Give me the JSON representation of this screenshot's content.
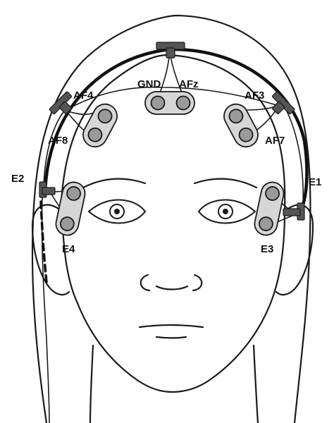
{
  "labels": {
    "gnd": "GND",
    "afz": "AFz",
    "af4": "AF4",
    "af3": "AF3",
    "af8": "AF8",
    "af7": "AF7",
    "e2": "E2",
    "e1": "E1",
    "e4": "E4",
    "e3": "E3"
  },
  "colors": {
    "outline": "#1a1a1a",
    "headband": "#111111",
    "pad_fill": "#d6d6d6",
    "electrode_fill": "#9a9a9a",
    "connector_fill": "#555555",
    "background": "#ffffff"
  },
  "icons": {
    "eye": "eye-icon",
    "connector": "t-connector-icon",
    "electrode": "electrode-disc-icon"
  }
}
